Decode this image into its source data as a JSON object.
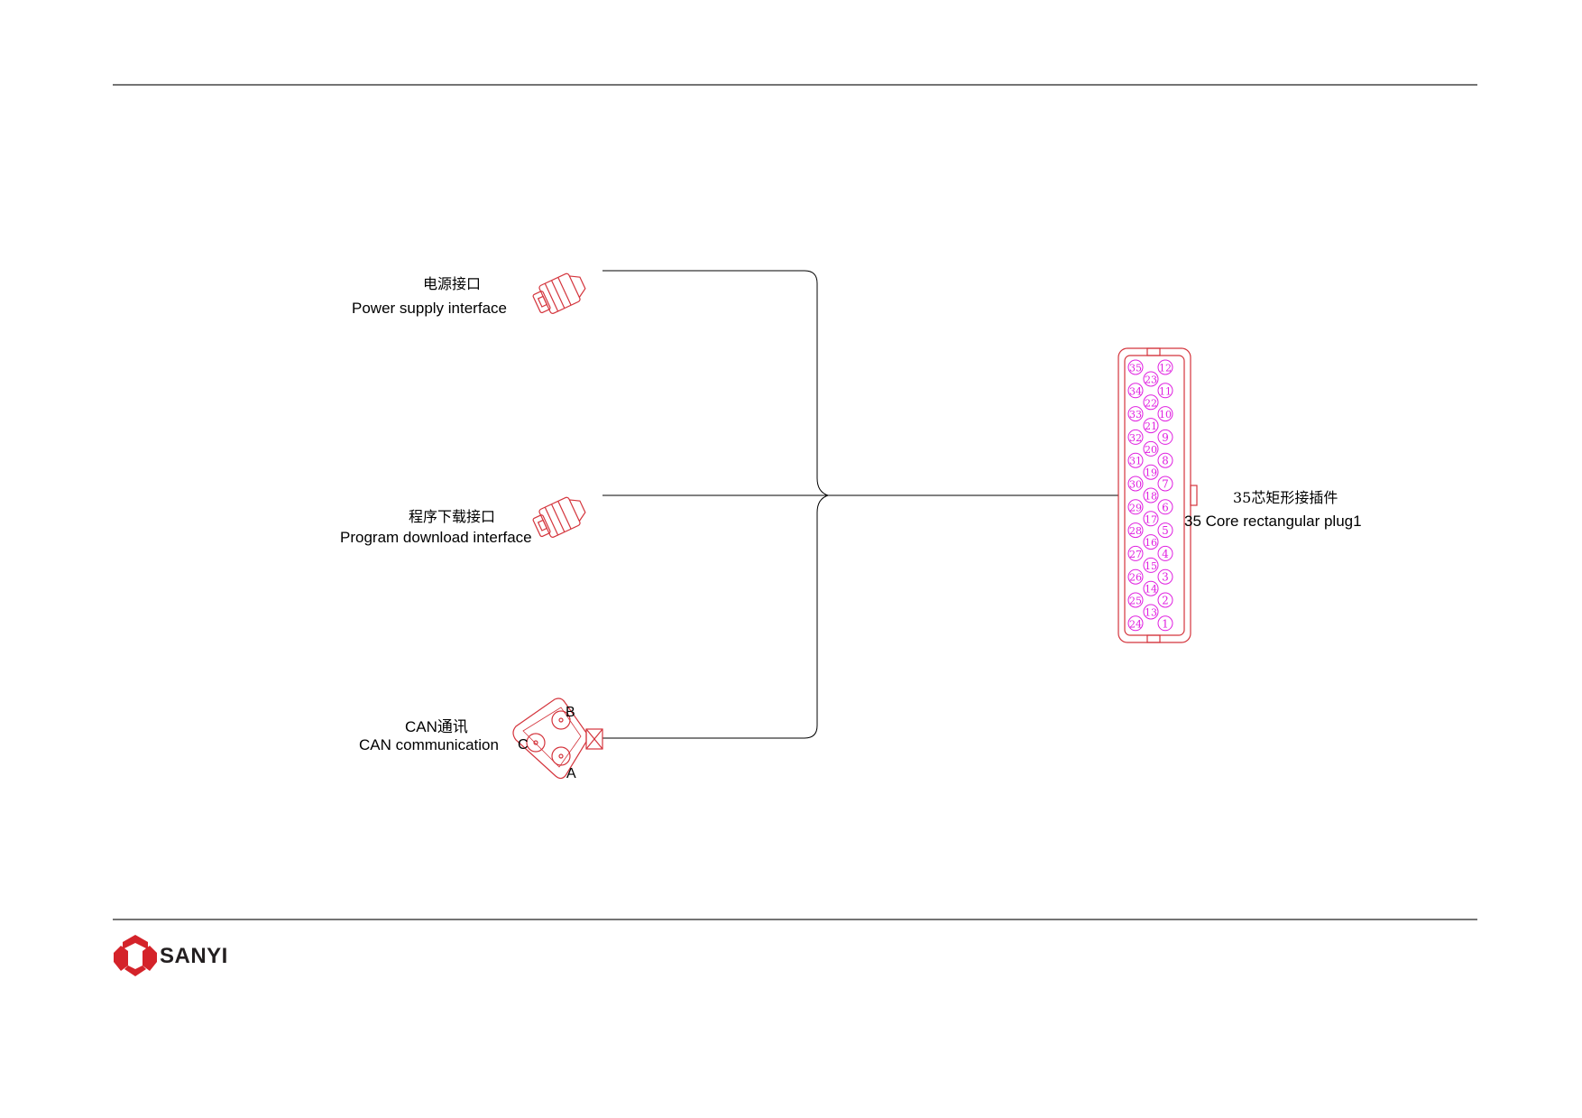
{
  "connectors": {
    "power": {
      "name_cn": "电源接口",
      "name_en": "Power supply interface"
    },
    "program": {
      "name_cn": "程序下载接口",
      "name_en": "Program download interface"
    },
    "can": {
      "name_cn": "CAN通讯",
      "name_en": "CAN communication",
      "pins": [
        "A",
        "B",
        "C"
      ]
    },
    "rect_plug": {
      "name_cn": "35芯矩形接插件",
      "name_en": "35 Core rectangular plug1",
      "pin_columns": {
        "left": [
          "35",
          "34",
          "33",
          "32",
          "31",
          "30",
          "29",
          "28",
          "27",
          "26",
          "25",
          "24"
        ],
        "middle": [
          "23",
          "22",
          "21",
          "20",
          "19",
          "18",
          "17",
          "16",
          "15",
          "14",
          "13"
        ],
        "right": [
          "12",
          "11",
          "10",
          "9",
          "8",
          "7",
          "6",
          "5",
          "4",
          "3",
          "2",
          "1"
        ]
      }
    }
  },
  "footer": {
    "brand": "SANYI"
  },
  "colors": {
    "drawing": "#d4343c",
    "pins": "#e020e0",
    "wire": "#000000"
  }
}
